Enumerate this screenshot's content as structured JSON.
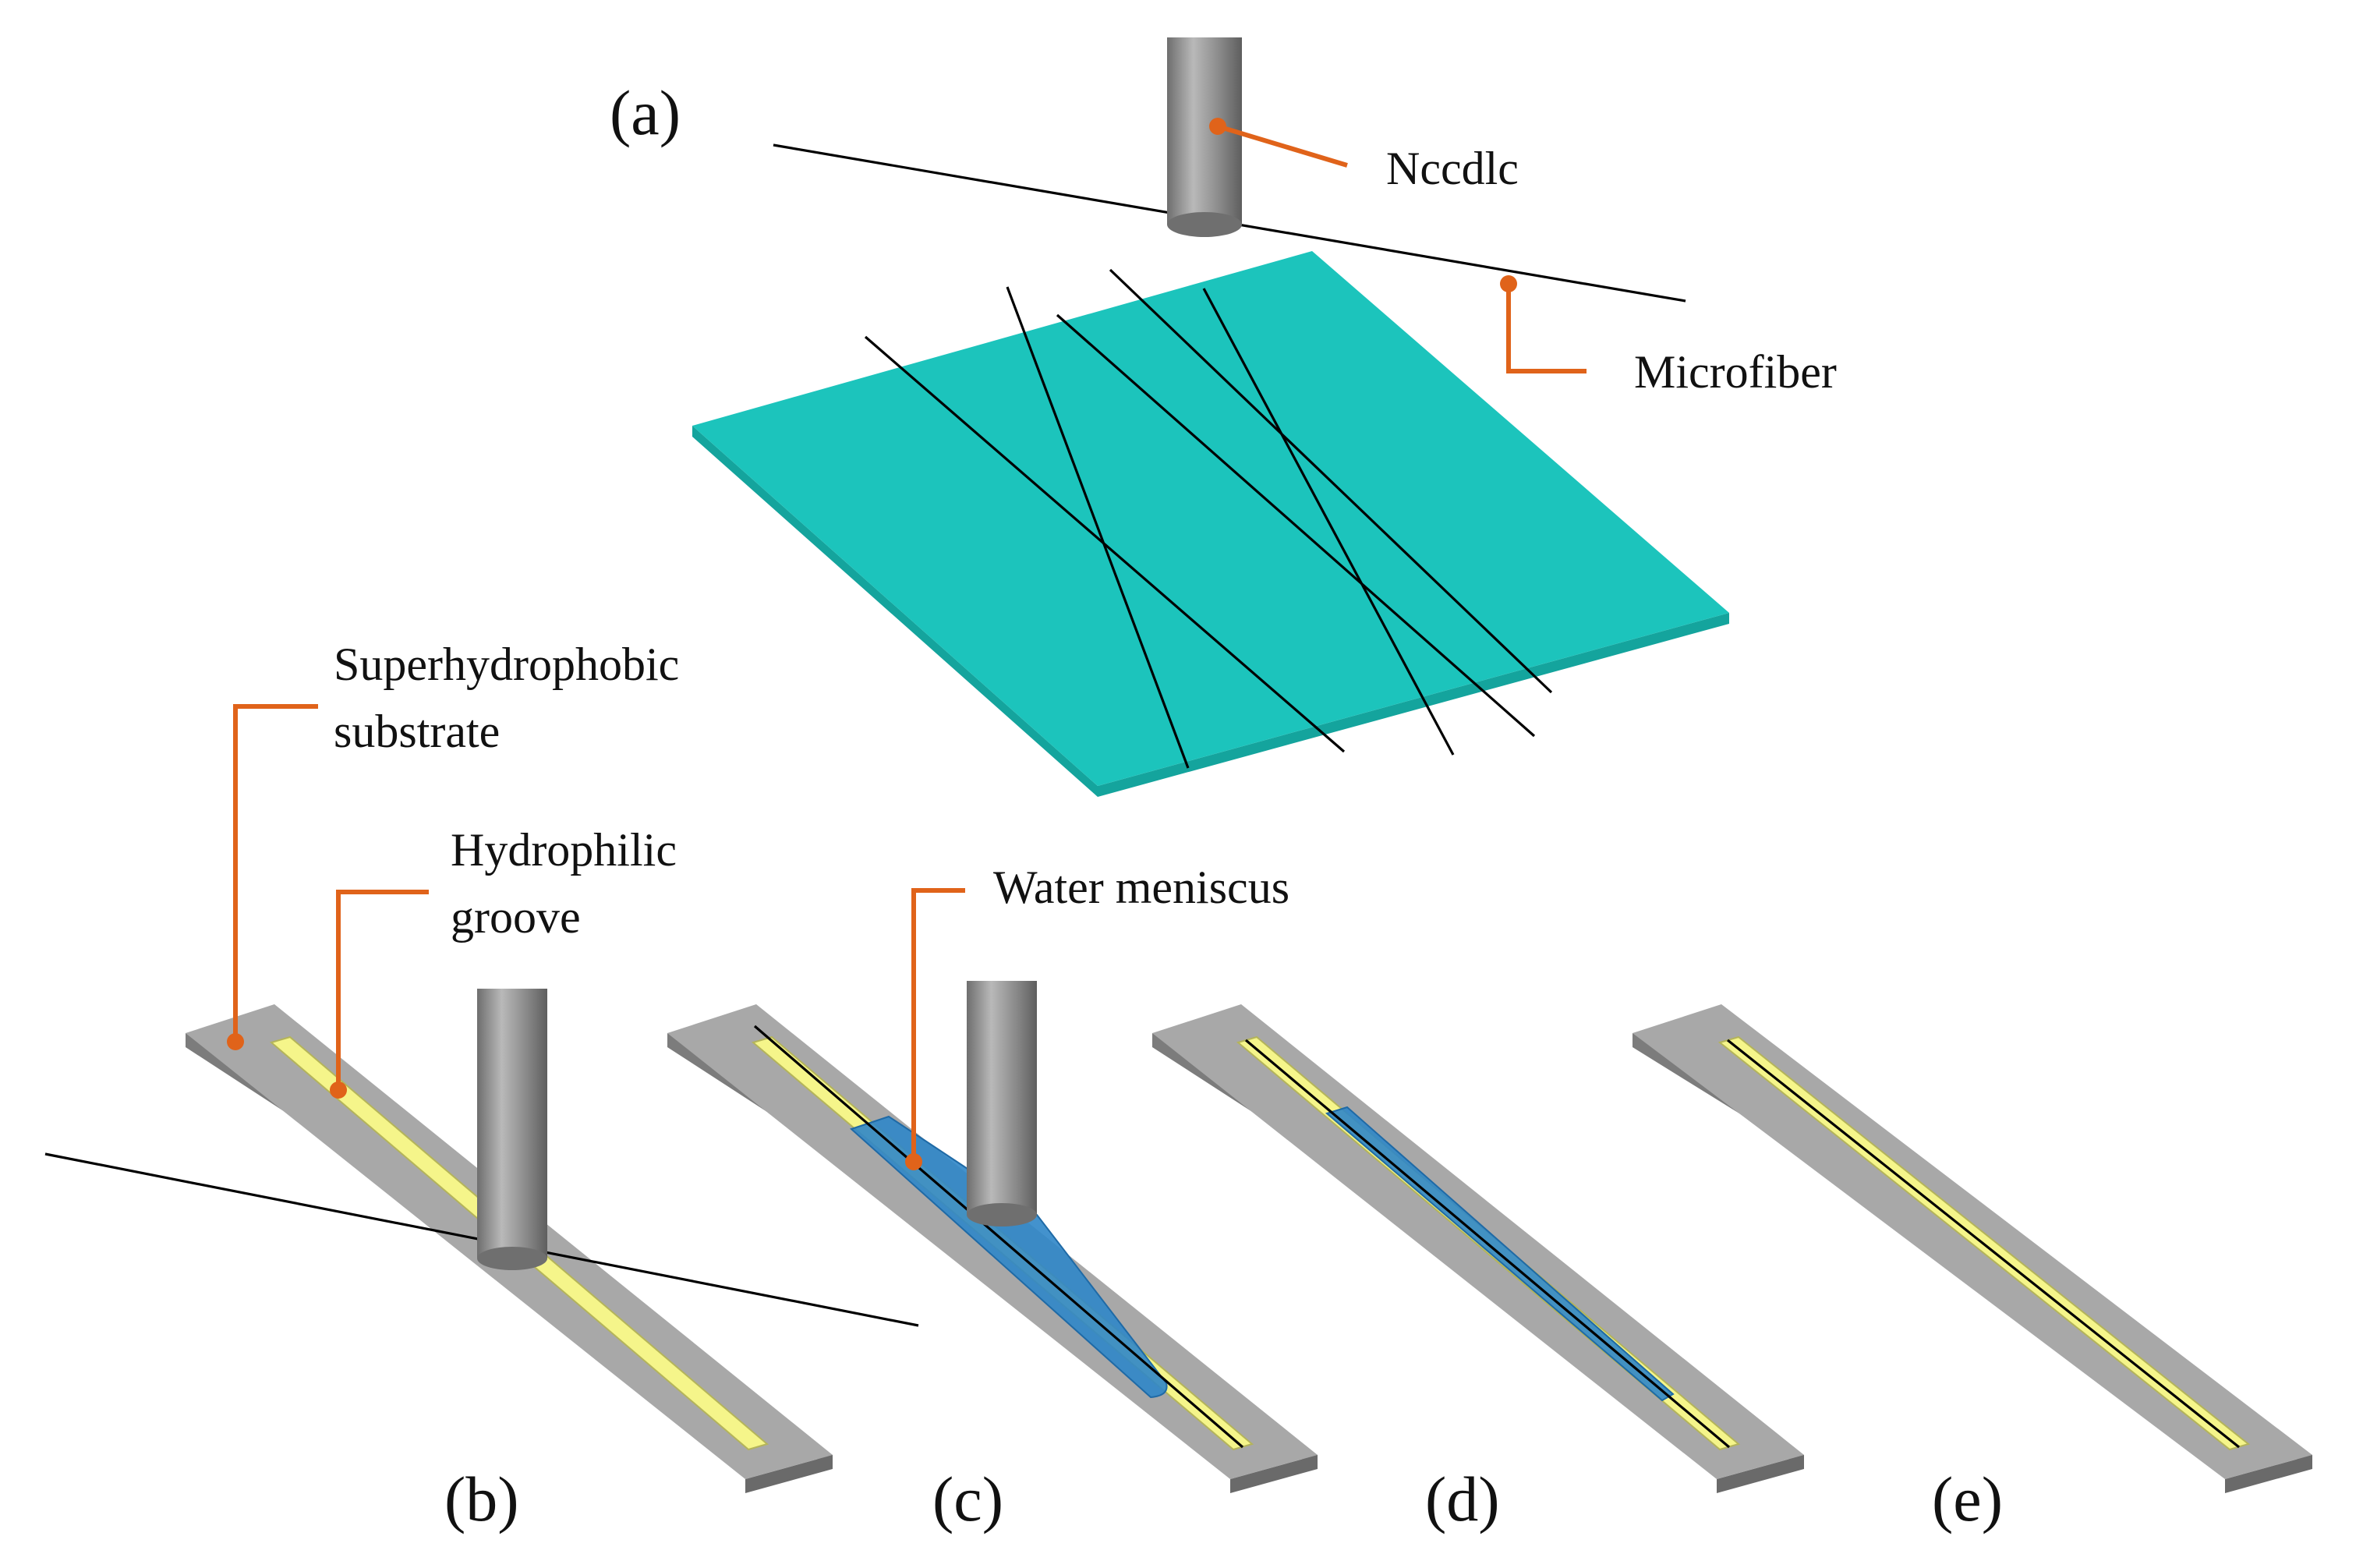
{
  "panels": {
    "a": "(a)",
    "b": "(b)",
    "c": "(c)",
    "d": "(d)",
    "e": "(e)"
  },
  "callouts": {
    "needle": "Nccdlc",
    "microfiber": "Microfiber",
    "substrate_line1": "Superhydrophobic",
    "substrate_line2": "substrate",
    "groove_line1": "Hydrophilic",
    "groove_line2": "groove",
    "meniscus": "Water meniscus"
  },
  "colors": {
    "plate": "#1cc4bc",
    "substrate": "#a8a8a8",
    "groove": "#f5f58a",
    "water": "#2f86c8",
    "needle": "#8f8f8f",
    "leader": "#e0631a",
    "fiber": "#000000"
  }
}
